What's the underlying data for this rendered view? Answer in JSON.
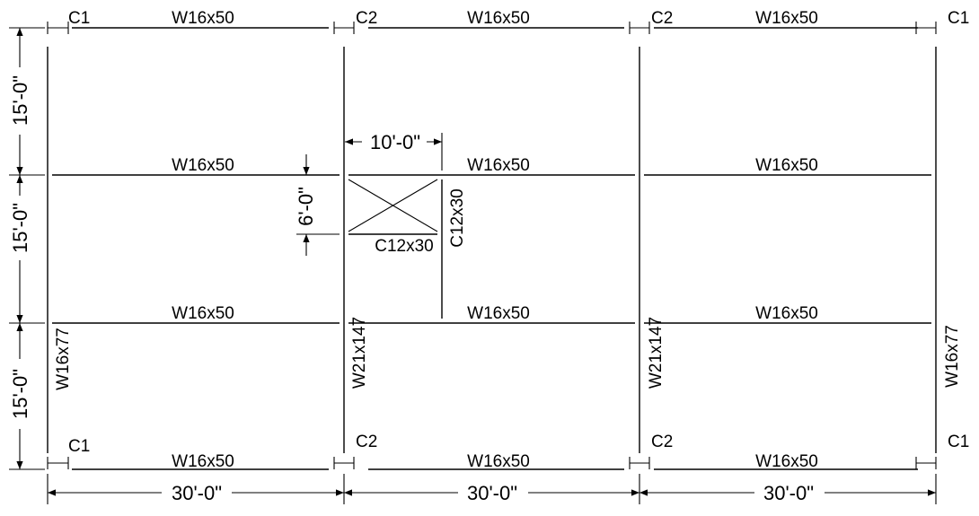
{
  "columns": {
    "corner": "C1",
    "interior": "C2"
  },
  "beams": {
    "edge_typical": "W16x50",
    "infill": "W16x50"
  },
  "girders": {
    "exterior": "W16x77",
    "interior": "W21x147"
  },
  "opening": {
    "header": "C12x30",
    "jamb": "C12x30",
    "width_dim": "10'-0\"",
    "depth_dim": "6'-0\""
  },
  "dimensions": {
    "bays": [
      "30'-0\"",
      "30'-0\"",
      "30'-0\""
    ],
    "spans": [
      "15'-0\"",
      "15'-0\"",
      "15'-0\""
    ]
  }
}
